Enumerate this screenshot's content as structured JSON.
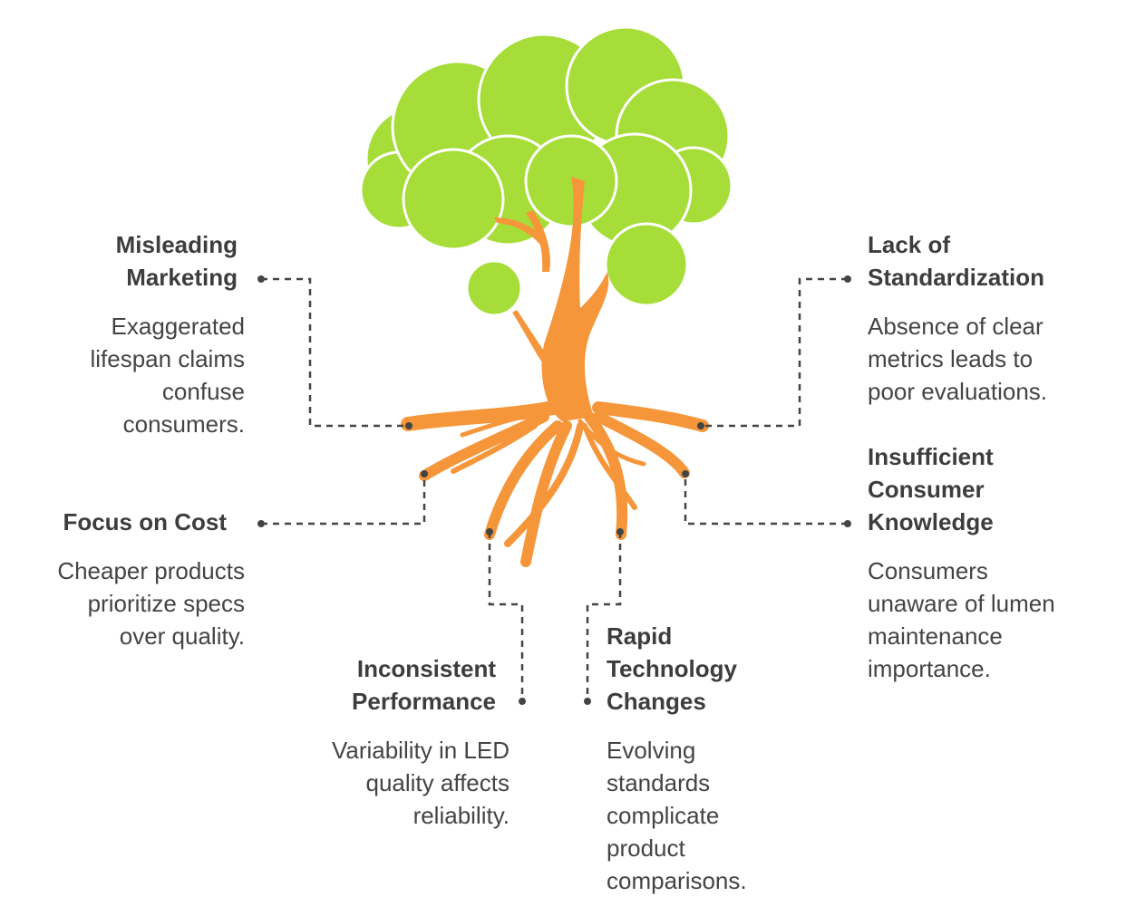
{
  "colors": {
    "canopy": "#a6dd38",
    "canopy_stroke": "#ffffff",
    "trunk": "#f6963a",
    "connector": "#444444",
    "text": "#3f3f3f"
  },
  "items": [
    {
      "id": "misleading-marketing",
      "title": "Misleading\nMarketing",
      "description": "Exaggerated\nlifespan claims\nconfuse\nconsumers."
    },
    {
      "id": "focus-on-cost",
      "title": "Focus on Cost",
      "description": "Cheaper products\nprioritize specs\nover quality."
    },
    {
      "id": "inconsistent-performance",
      "title": "Inconsistent\nPerformance",
      "description": "Variability in LED\nquality affects\nreliability."
    },
    {
      "id": "rapid-technology-changes",
      "title": "Rapid\nTechnology\nChanges",
      "description": "Evolving\nstandards\ncomplicate\nproduct\ncomparisons."
    },
    {
      "id": "lack-of-standardization",
      "title": "Lack of\nStandardization",
      "description": "Absence of clear\nmetrics leads to\npoor evaluations."
    },
    {
      "id": "insufficient-consumer-knowledge",
      "title": "Insufficient\nConsumer\nKnowledge",
      "description": "Consumers\nunaware of lumen\nmaintenance\nimportance."
    }
  ]
}
